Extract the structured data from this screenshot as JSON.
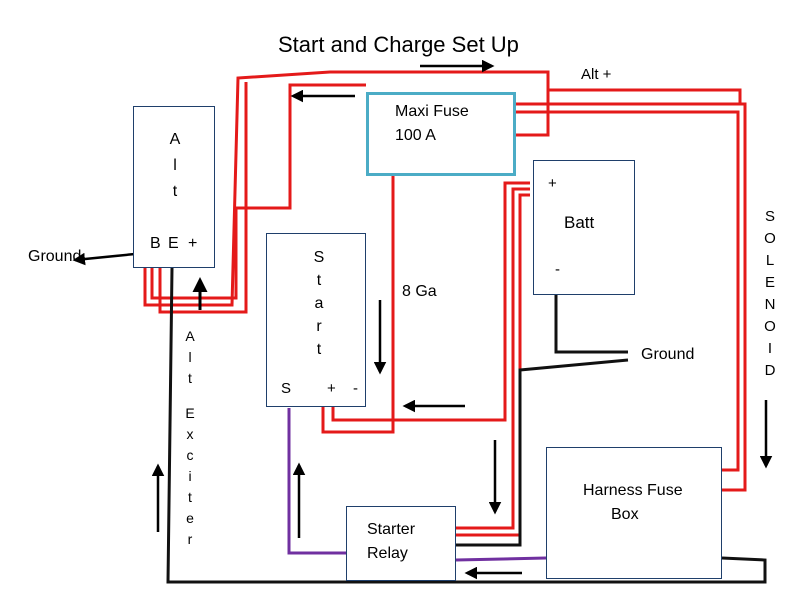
{
  "title": "Start and Charge Set Up",
  "colors": {
    "red_wire": "#e41a1a",
    "black_wire": "#111111",
    "purple_wire": "#7030a0",
    "box_border": "#1f3f6b",
    "fuse_border": "#4bacc6"
  },
  "alternator": {
    "name_letters": [
      "A",
      "l",
      "t"
    ],
    "terminals": [
      "B",
      "E",
      "+"
    ]
  },
  "maxi_fuse": {
    "line1": "Maxi Fuse",
    "line2": "100 A"
  },
  "battery": {
    "name": "Batt",
    "plus": "+",
    "minus": "-"
  },
  "starter": {
    "name_letters": [
      "S",
      "t",
      "a",
      "r",
      "t"
    ],
    "term_s": "S",
    "term_plus": "+",
    "term_minus": "-"
  },
  "starter_relay": {
    "line1": "Starter",
    "line2": "Relay"
  },
  "harness_fuse_box": {
    "line1": "Harness Fuse",
    "line2": "Box"
  },
  "labels": {
    "alt_plus": "Alt +",
    "ground_left": "Ground",
    "ground_right": "Ground",
    "eight_ga": "8 Ga"
  },
  "solenoid_letters": [
    "S",
    "O",
    "L",
    "E",
    "N",
    "O",
    "I",
    "D"
  ],
  "alt_exciter_letters": [
    "A",
    "l",
    "t",
    "",
    "E",
    "x",
    "c",
    "i",
    "t",
    "e",
    "r"
  ]
}
